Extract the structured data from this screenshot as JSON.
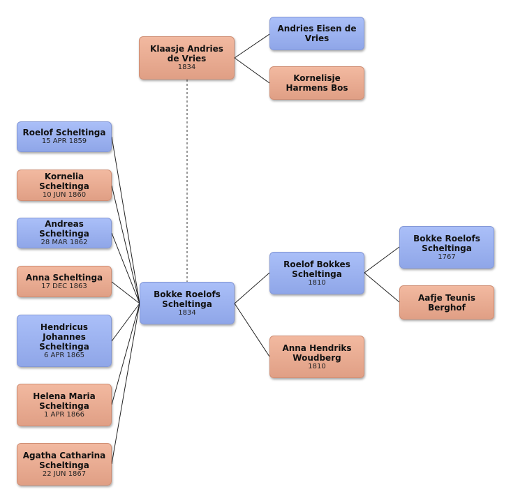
{
  "colors": {
    "male": "#9bb1f2",
    "female": "#eaaa90",
    "line": "#222222"
  },
  "persons": {
    "klaasje": {
      "name": "Klaasje Andries de Vries",
      "date": "1834",
      "sex": "female"
    },
    "andries_eisen": {
      "name": "Andries Eisen de Vries",
      "date": "",
      "sex": "male"
    },
    "kornelisje": {
      "name": "Kornelisje Harmens Bos",
      "date": "",
      "sex": "female"
    },
    "roelof_child": {
      "name": "Roelof Scheltinga",
      "date": "15 APR 1859",
      "sex": "male"
    },
    "kornelia": {
      "name": "Kornelia Scheltinga",
      "date": "10 JUN 1860",
      "sex": "female"
    },
    "andreas": {
      "name": "Andreas Scheltinga",
      "date": "28 MAR 1862",
      "sex": "male"
    },
    "anna_child": {
      "name": "Anna Scheltinga",
      "date": "17 DEC 1863",
      "sex": "female"
    },
    "hendricus": {
      "name": "Hendricus Johannes Scheltinga",
      "date": "6 APR 1865",
      "sex": "male"
    },
    "helena": {
      "name": "Helena Maria Scheltinga",
      "date": "1 APR 1866",
      "sex": "female"
    },
    "agatha": {
      "name": "Agatha Catharina Scheltinga",
      "date": "22 JUN 1867",
      "sex": "female"
    },
    "bokke_main": {
      "name": "Bokke Roelofs Scheltinga",
      "date": "1834",
      "sex": "male"
    },
    "roelof_bokkes": {
      "name": "Roelof Bokkes Scheltinga",
      "date": "1810",
      "sex": "male"
    },
    "anna_hendriks": {
      "name": "Anna Hendriks Woudberg",
      "date": "1810",
      "sex": "female"
    },
    "bokke_elder": {
      "name": "Bokke Roelofs Scheltinga",
      "date": "1767",
      "sex": "male"
    },
    "aafje": {
      "name": "Aafje Teunis Berghof",
      "date": "",
      "sex": "female"
    }
  }
}
